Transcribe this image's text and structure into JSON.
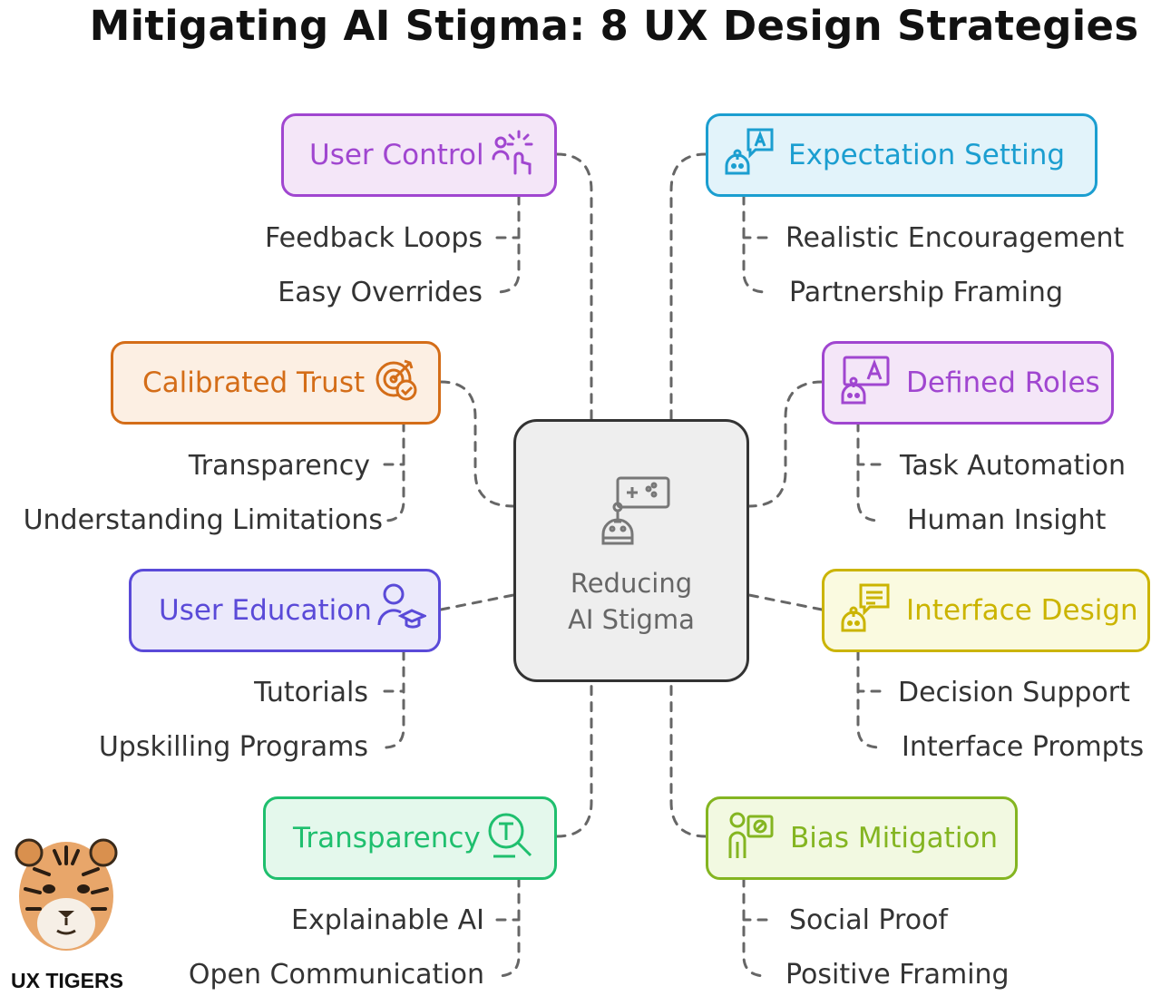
{
  "title": "Mitigating AI Stigma: 8 UX Design Strategies",
  "center": {
    "line1": "Reducing",
    "line2": "AI Stigma",
    "icon": "robot-gamepad-icon"
  },
  "strategies": [
    {
      "label": "User Control",
      "icon": "user-gesture-icon",
      "color": "#a046d0",
      "fill": "#f4e6f8",
      "items": [
        "Feedback Loops",
        "Easy Overrides"
      ]
    },
    {
      "label": "Expectation Setting",
      "icon": "robot-speech-icon",
      "color": "#1b9ed0",
      "fill": "#e2f3fa",
      "items": [
        "Realistic Encouragement",
        "Partnership Framing"
      ]
    },
    {
      "label": "Calibrated Trust",
      "icon": "target-check-icon",
      "color": "#d46d18",
      "fill": "#fcefe3",
      "items": [
        "Transparency",
        "Understanding Limitations"
      ]
    },
    {
      "label": "Defined Roles",
      "icon": "robot-letter-icon",
      "color": "#a046d0",
      "fill": "#f4e6f8",
      "items": [
        "Task Automation",
        "Human Insight"
      ]
    },
    {
      "label": "User Education",
      "icon": "graduate-user-icon",
      "color": "#5a4ad8",
      "fill": "#ebe9fb",
      "items": [
        "Tutorials",
        "Upskilling Programs"
      ]
    },
    {
      "label": "Interface Design",
      "icon": "robot-chat-icon",
      "color": "#cbb400",
      "fill": "#fafae0",
      "items": [
        "Decision Support",
        "Interface Prompts"
      ]
    },
    {
      "label": "Transparency",
      "icon": "magnifier-icon",
      "color": "#1fbf6e",
      "fill": "#e4f8ec",
      "items": [
        "Explainable AI",
        "Open Communication"
      ]
    },
    {
      "label": "Bias Mitigation",
      "icon": "person-no-icon",
      "color": "#84b521",
      "fill": "#f2f9e1",
      "items": [
        "Social Proof",
        "Positive Framing"
      ]
    }
  ],
  "logo": {
    "brand": "UX TIGERS",
    "icon": "tiger-logo-icon"
  }
}
